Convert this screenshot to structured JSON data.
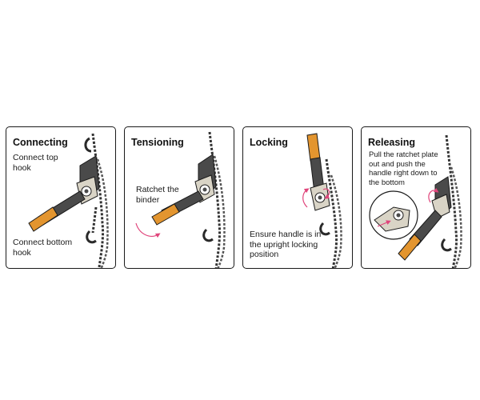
{
  "panels": [
    {
      "title": "Connecting",
      "notes": [
        "Connect top hook",
        "Connect bottom hook"
      ]
    },
    {
      "title": "Tensioning",
      "notes": [
        "Ratchet the binder"
      ]
    },
    {
      "title": "Locking",
      "notes": [
        "Ensure handle is in the upright locking position"
      ]
    },
    {
      "title": "Releasing",
      "notes": [
        "Pull the ratchet plate out and push the handle right down to the bottom"
      ]
    }
  ],
  "colors": {
    "border": "#1a1a1a",
    "handle": "#e3952f",
    "body": "#4a4a4a",
    "plate": "#d9d4c6",
    "arrow": "#e0457b"
  }
}
